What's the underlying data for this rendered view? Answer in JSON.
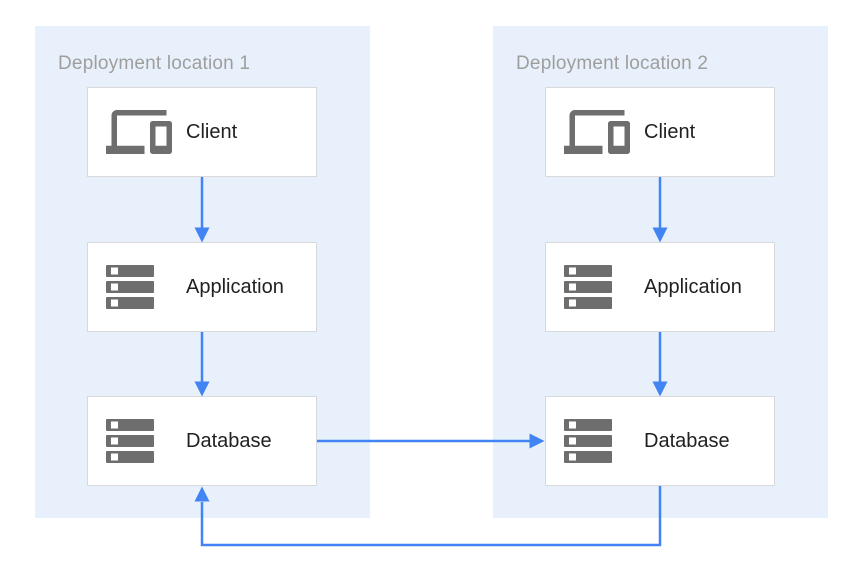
{
  "colors": {
    "panel_bg": "#E8F1FB",
    "box_bg": "#FFFFFF",
    "box_border": "#D9D9D9",
    "arrow": "#4284F3",
    "icon": "#6E6E6E",
    "title": "#9E9E9E",
    "label": "#212121",
    "canvas": "#FFFFFF"
  },
  "diagram": {
    "panels": [
      {
        "title": "Deployment location 1",
        "nodes": [
          {
            "label": "Client",
            "icon": "devices-icon"
          },
          {
            "label": "Application",
            "icon": "storage-icon"
          },
          {
            "label": "Database",
            "icon": "storage-icon"
          }
        ]
      },
      {
        "title": "Deployment location 2",
        "nodes": [
          {
            "label": "Client",
            "icon": "devices-icon"
          },
          {
            "label": "Application",
            "icon": "storage-icon"
          },
          {
            "label": "Database",
            "icon": "storage-icon"
          }
        ]
      }
    ],
    "connections": [
      {
        "from": "client-1",
        "to": "application-1"
      },
      {
        "from": "application-1",
        "to": "database-1"
      },
      {
        "from": "client-2",
        "to": "application-2"
      },
      {
        "from": "application-2",
        "to": "database-2"
      },
      {
        "from": "database-1",
        "to": "database-2"
      },
      {
        "from": "database-2",
        "to": "database-1"
      }
    ]
  }
}
